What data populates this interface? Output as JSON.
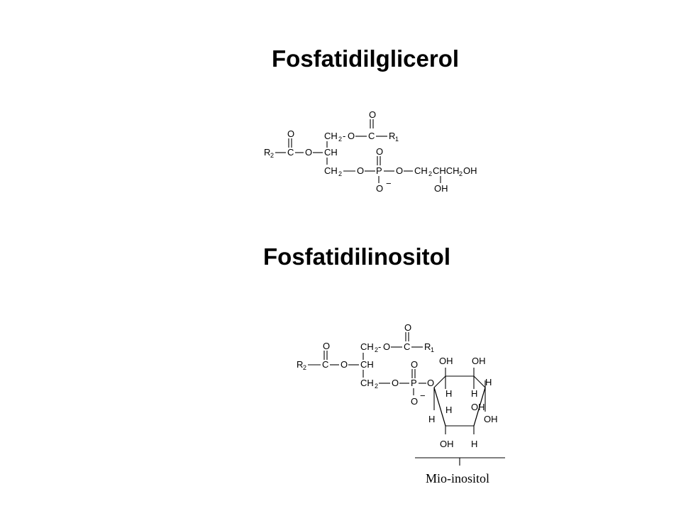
{
  "titles": {
    "phosphatidylglycerol": "Fosfatidilglicerol",
    "phosphatidylinositol": "Fosfatidilinositol"
  },
  "labels": {
    "inositol_caption": "Mio-inositol"
  },
  "atoms": {
    "O": "O",
    "C": "C",
    "P": "P",
    "R": "R",
    "H": "H",
    "CH": "CH",
    "OH": "OH",
    "CH2": "CH",
    "sub1": "1",
    "sub2": "2",
    "minus": "−",
    "CHCH2OH": "CHCH",
    "sub_CH2_tail": "2",
    "tail_OH": "OH"
  }
}
